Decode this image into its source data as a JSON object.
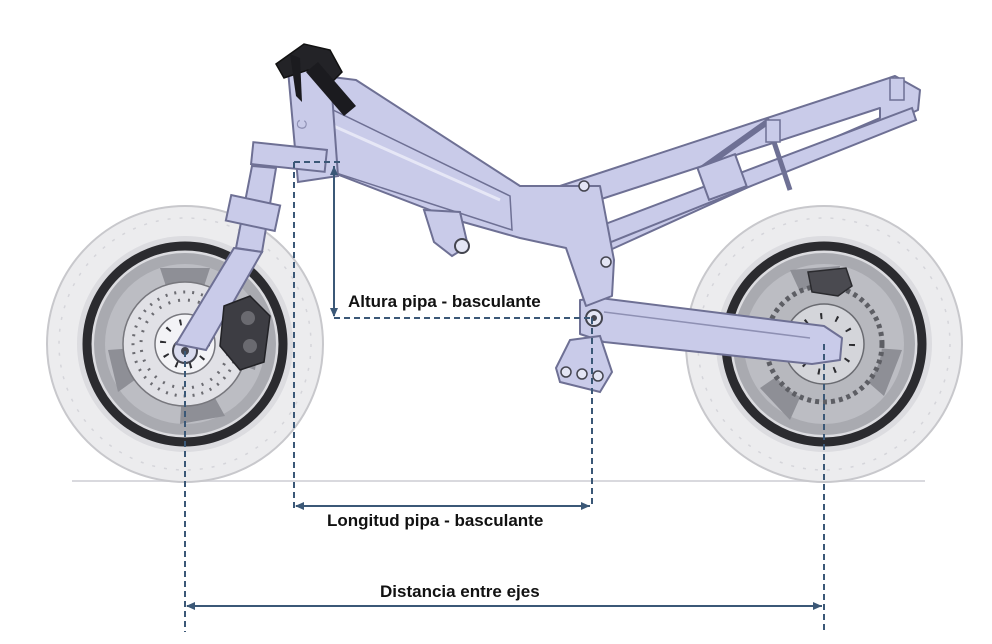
{
  "labels": {
    "swingarm_height": "Altura pipa - basculante",
    "swingarm_length": "Longitud pipa - basculante",
    "wheelbase": "Distancia entre ejes"
  },
  "colors": {
    "frame_fill": "#c9cbe9",
    "frame_stroke": "#6e7094",
    "tire_fill": "#ececee",
    "tire_stroke": "#c8c8cc",
    "rim": "#2b2b2f",
    "wheel_face": "#a9aab0",
    "dimension_line": "#3b5877",
    "ground": "#d9d9de"
  }
}
